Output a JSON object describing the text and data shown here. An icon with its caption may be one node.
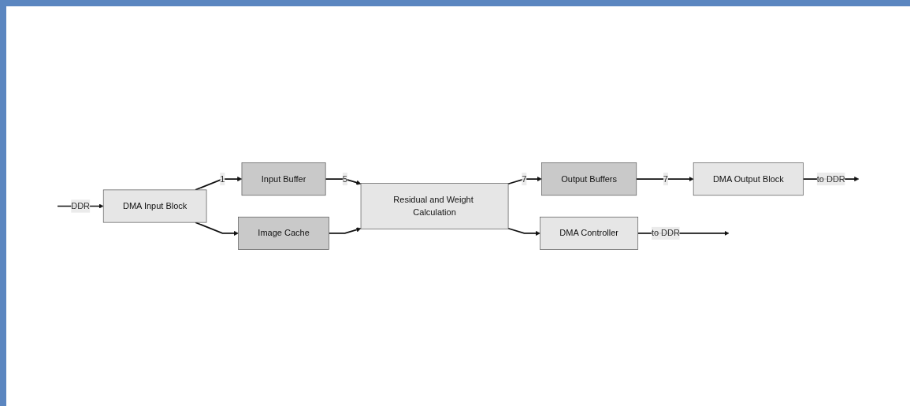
{
  "diagram": {
    "nodes": [
      {
        "text": [
          "DMA Input Block"
        ]
      },
      {
        "text": [
          "Input Buffer"
        ]
      },
      {
        "text": [
          "Residual and Weight Calculation"
        ]
      },
      {
        "text": [
          "Output Buffers"
        ]
      },
      {
        "text": [
          "DMA Output Block"
        ]
      },
      {
        "text": [
          "Image Cache"
        ]
      },
      {
        "text": [
          "DMA Controller"
        ]
      }
    ],
    "edges": [
      {
        "from": null,
        "to": 0,
        "arrow": "to",
        "label": "DDR"
      },
      {
        "from": 0,
        "to": 1,
        "arrow": "to",
        "label": "1"
      },
      {
        "from": 1,
        "to": 2,
        "arrow": "to",
        "label": "5"
      },
      {
        "from": 2,
        "to": 3,
        "arrow": "to",
        "label": "7"
      },
      {
        "from": 3,
        "to": 4,
        "arrow": "to",
        "label": "7"
      },
      {
        "from": 4,
        "to": null,
        "arrow": "to",
        "label": "to DDR"
      },
      {
        "from": 0,
        "to": 5,
        "arrow": "to"
      },
      {
        "from": 5,
        "to": 2,
        "arrow": "to"
      },
      {
        "from": 2,
        "to": 6,
        "arrow": "to"
      },
      {
        "from": 6,
        "to": null,
        "arrow": "to",
        "label": "to DDR"
      }
    ]
  }
}
